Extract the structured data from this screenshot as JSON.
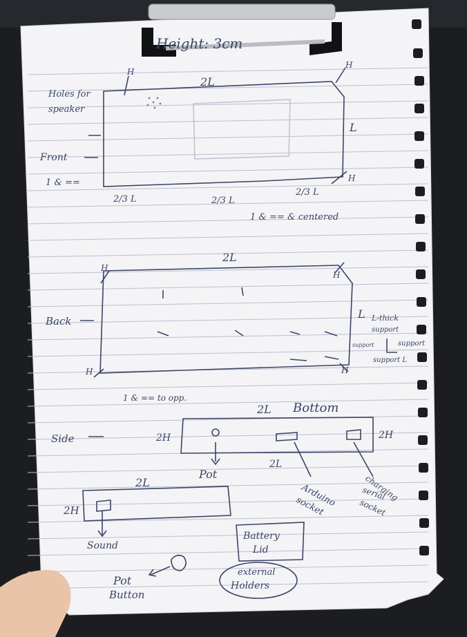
{
  "photo": {
    "description_colors": {
      "background": "#1b1d20",
      "paper": "#f4f4f6",
      "ruled_lines": "#b9bfd0",
      "ink": "#3b4466",
      "clip_metal": "#c9cbcf",
      "clip_black": "#111214",
      "hand_skin": "#e9c4a8"
    }
  },
  "notes": {
    "header": "Height: 3cm",
    "front_sketch": {
      "top_label": "2L",
      "left_annotations": [
        "Holes for",
        "speaker",
        "Front"
      ],
      "right_side": "L",
      "corner_marks": [
        "H",
        "H",
        "H"
      ],
      "ratio_left": "1 & ==",
      "bottom_left": "2/3 L",
      "bottom_middle": "2/3 L",
      "bottom_right_ratio": "2/3 L",
      "centered_note": "1 & == & centered"
    },
    "back_sketch": {
      "top_label": "2L",
      "left_label": "Back",
      "right_side": "L",
      "corner_marks": [
        "H",
        "H",
        "H",
        "H"
      ],
      "support_notes": [
        "L-thick",
        "support",
        "support",
        "support",
        "support L"
      ],
      "bottom_note": "1 & == to opp."
    },
    "side_sketch": {
      "label": "Side",
      "top_label": "2L",
      "bottom_word": "Bottom",
      "left_height": "2H",
      "right_height": "2H",
      "middle_label": "2L",
      "pot": "Pot",
      "arduino": [
        "Arduino",
        "socket"
      ],
      "charging": [
        "charging",
        "serial",
        "socket"
      ]
    },
    "lower_sketch": {
      "top_label": "2L",
      "left_height": "2H",
      "sound": "Sound",
      "battery": [
        "Battery",
        "Lid"
      ],
      "pot_button": [
        "Pot",
        "Button"
      ],
      "external": [
        "external",
        "Holders"
      ]
    }
  }
}
